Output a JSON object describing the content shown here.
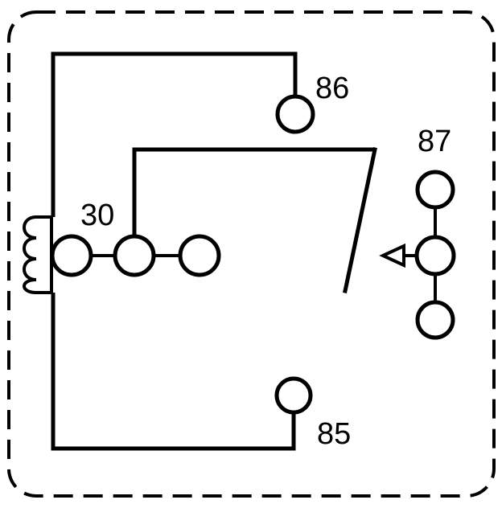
{
  "diagram": {
    "terminals": {
      "t86": "86",
      "t87": "87",
      "t30": "30",
      "t85": "85"
    },
    "colors": {
      "ink": "#000000",
      "background": "#ffffff"
    }
  }
}
